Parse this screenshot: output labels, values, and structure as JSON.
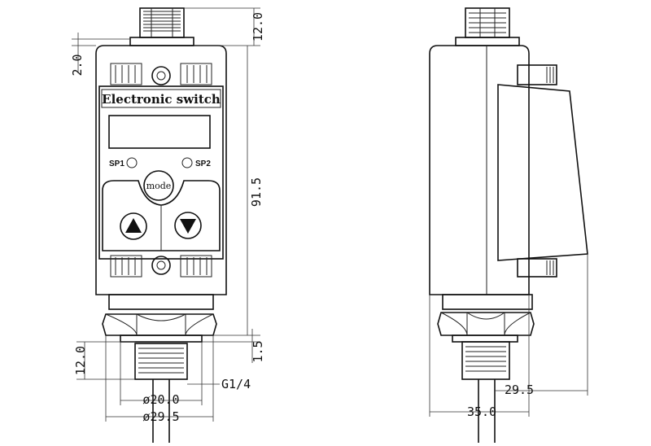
{
  "front": {
    "panel_label": "Electronic switch",
    "sp1": "SP1",
    "sp2": "SP2",
    "mode": "mode"
  },
  "dimensions": {
    "top_fitting": "12.0",
    "top_offset": "2.0",
    "body_height": "91.5",
    "hex_gap": "1.5",
    "port_length": "12.0",
    "thread": "G1/4",
    "inner_dia": "ø20.0",
    "outer_dia": "ø29.5",
    "side_depth": "29.5",
    "side_width": "35.0"
  }
}
